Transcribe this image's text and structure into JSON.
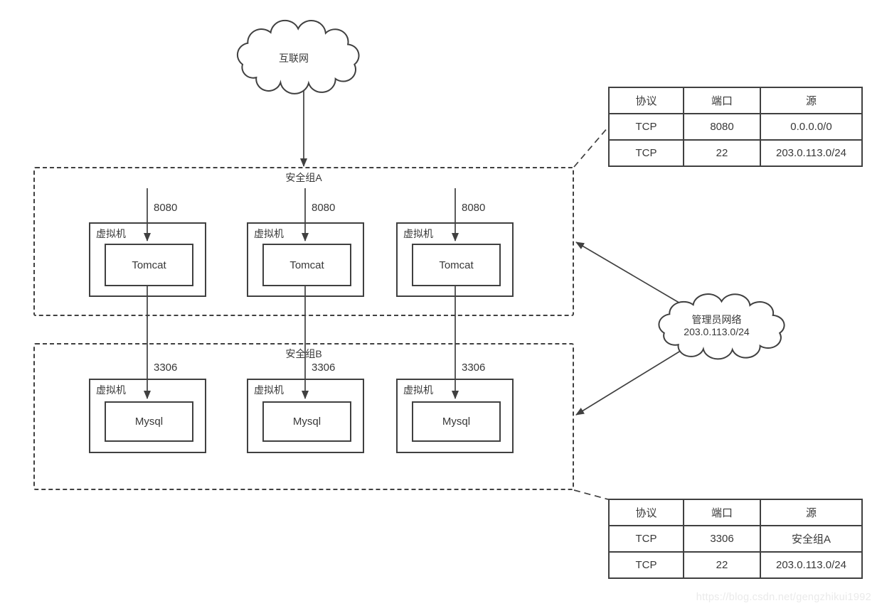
{
  "colors": {
    "stroke": "#404040",
    "text": "#383838",
    "watermark": "#eaeaea",
    "background": "#ffffff"
  },
  "internet_cloud": {
    "label": "互联网"
  },
  "admin_cloud": {
    "label": "管理员网络",
    "cidr": "203.0.113.0/24"
  },
  "security_group_a": {
    "label": "安全组A",
    "port": "8080",
    "vms": [
      {
        "label": "虚拟机",
        "app": "Tomcat"
      },
      {
        "label": "虚拟机",
        "app": "Tomcat"
      },
      {
        "label": "虚拟机",
        "app": "Tomcat"
      }
    ]
  },
  "security_group_b": {
    "label": "安全组B",
    "port": "3306",
    "vms": [
      {
        "label": "虚拟机",
        "app": "Mysql"
      },
      {
        "label": "虚拟机",
        "app": "Mysql"
      },
      {
        "label": "虚拟机",
        "app": "Mysql"
      }
    ]
  },
  "rule_table_a": {
    "headers": [
      "协议",
      "端口",
      "源"
    ],
    "rows": [
      [
        "TCP",
        "8080",
        "0.0.0.0/0"
      ],
      [
        "TCP",
        "22",
        "203.0.113.0/24"
      ]
    ]
  },
  "rule_table_b": {
    "headers": [
      "协议",
      "端口",
      "源"
    ],
    "rows": [
      [
        "TCP",
        "3306",
        "安全组A"
      ],
      [
        "TCP",
        "22",
        "203.0.113.0/24"
      ]
    ]
  },
  "watermark": "https://blog.csdn.net/gengzhikui1992"
}
